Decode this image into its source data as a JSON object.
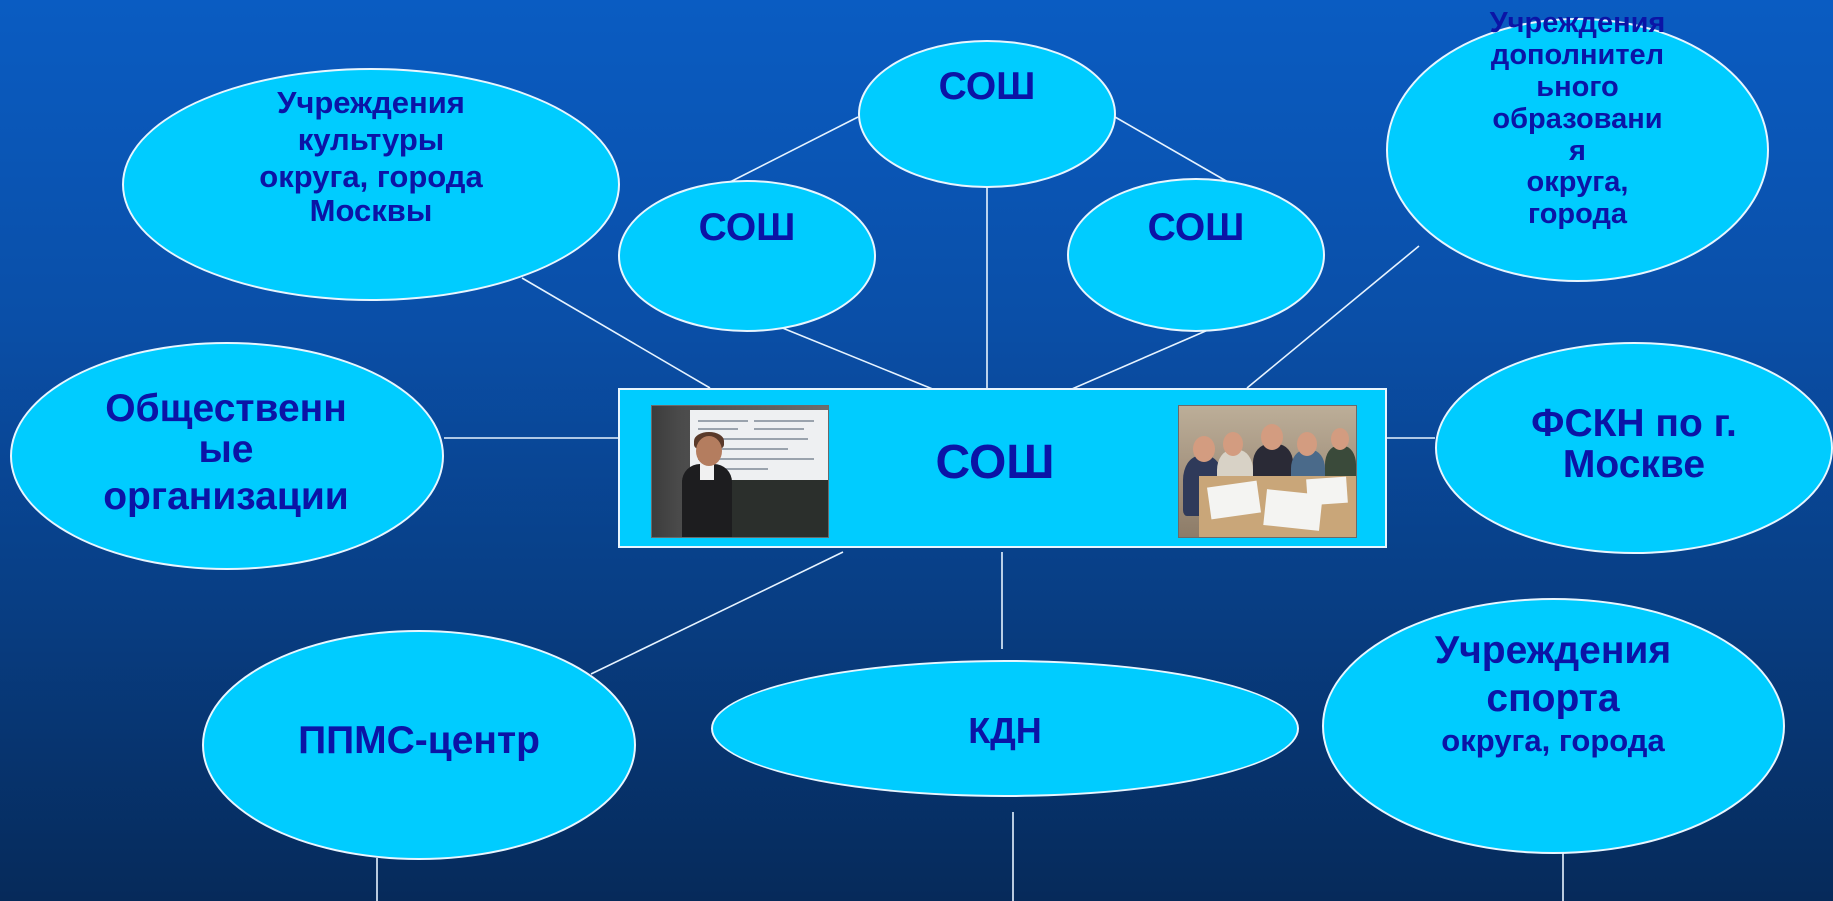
{
  "center": {
    "label": "СОШ"
  },
  "nodes": {
    "culture": [
      "Учреждения",
      "культуры",
      "округа, города",
      "Москвы"
    ],
    "school_top": "СОШ",
    "school_left": "СОШ",
    "school_right": "СОШ",
    "additional_education": [
      "Учреждения",
      "дополнител",
      "ьного",
      "образовани",
      "я",
      "округа,",
      "города"
    ],
    "public_orgs": [
      "Общественн",
      "ые",
      "организации"
    ],
    "fskn": [
      "ФСКН по г.",
      "Москве"
    ],
    "ppms": "ППМС-центр",
    "kdn": "КДН",
    "sport": [
      "Учреждения",
      "спорта",
      "округа, города"
    ]
  },
  "colors": {
    "background_top": "#0a5cc2",
    "background_bottom": "#062a5a",
    "node_fill": "#00ccff",
    "node_border": "#e8f6ff",
    "text": "#0b14a6",
    "connector": "#e6f3ff"
  },
  "images": {
    "left_photo": "teacher-at-board-photo",
    "right_photo": "group-at-table-photo"
  }
}
